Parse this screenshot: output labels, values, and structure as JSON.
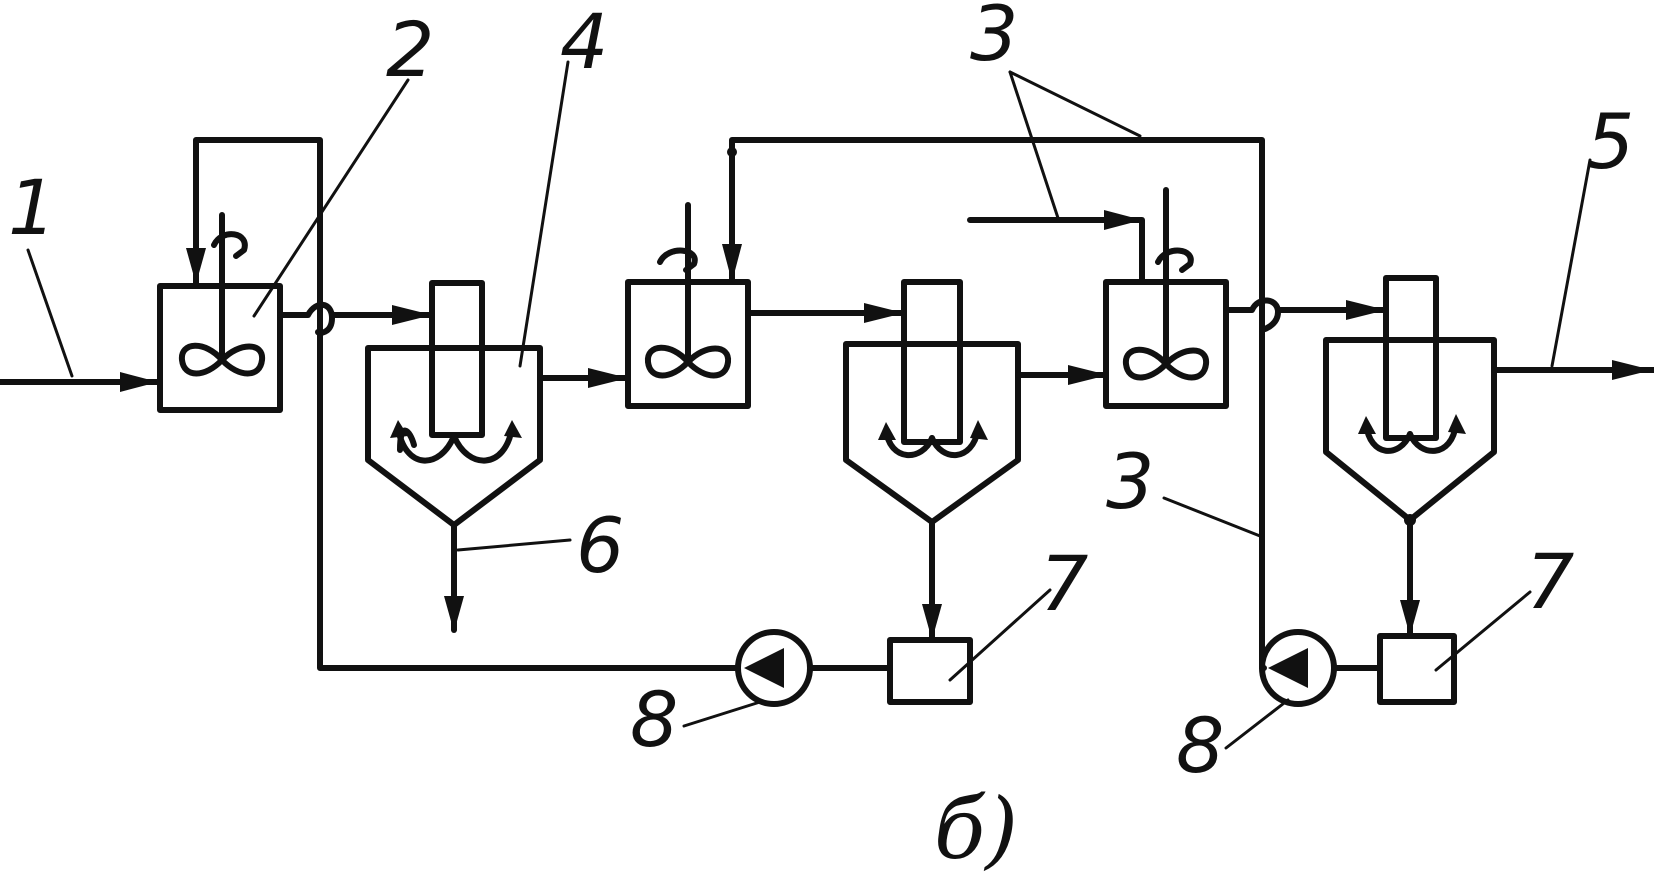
{
  "labels": {
    "l1": "1",
    "l2": "2",
    "l3a": "3",
    "l3b": "3",
    "l4": "4",
    "l5": "5",
    "l6": "6",
    "l7a": "7",
    "l7b": "7",
    "l8a": "8",
    "l8b": "8"
  },
  "caption": "б)",
  "colors": {
    "line": "#111111",
    "background": "#ffffff"
  },
  "icons": {
    "mixer": "infinity-agitator-icon",
    "pump": "pump-triangle-icon",
    "rotation": "curved-arrow-icon"
  }
}
